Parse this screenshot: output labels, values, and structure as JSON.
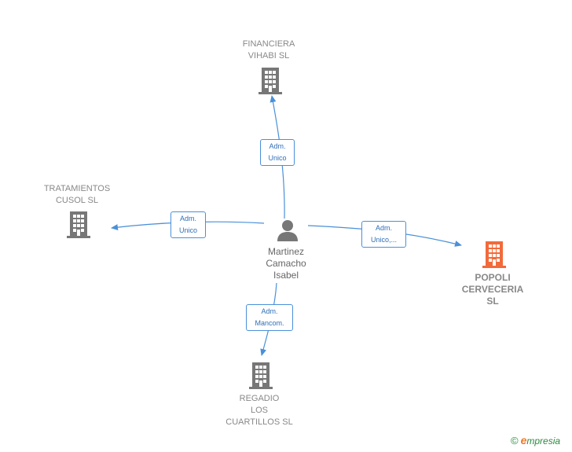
{
  "nodes": {
    "financiera": {
      "lines": [
        "FINANCIERA",
        "VIHABI SL"
      ]
    },
    "tratamientos": {
      "lines": [
        "TRATAMIENTOS",
        "CUSOL  SL"
      ]
    },
    "popoli": {
      "lines": [
        "POPOLI",
        "CERVECERIA",
        "SL"
      ]
    },
    "regadio": {
      "lines": [
        "REGADIO",
        "LOS",
        "CUARTILLOS SL"
      ]
    },
    "person": {
      "lines": [
        "Martinez",
        "Camacho",
        "Isabel"
      ]
    }
  },
  "edges": {
    "financiera": {
      "lines": [
        "Adm.",
        "Unico"
      ]
    },
    "tratamientos": {
      "lines": [
        "Adm.",
        "Unico"
      ]
    },
    "popoli": {
      "lines": [
        "Adm.",
        "Unico,..."
      ]
    },
    "regadio": {
      "lines": [
        "Adm.",
        "Mancom."
      ]
    }
  },
  "colors": {
    "edge": "#4a90d9",
    "building": "#777777",
    "building_focus": "#f26a3a",
    "person": "#777777"
  },
  "icons": {
    "building": "building-icon",
    "person": "person-icon"
  },
  "brand": {
    "copyright": "©",
    "initial": "e",
    "name": "mpresia"
  }
}
